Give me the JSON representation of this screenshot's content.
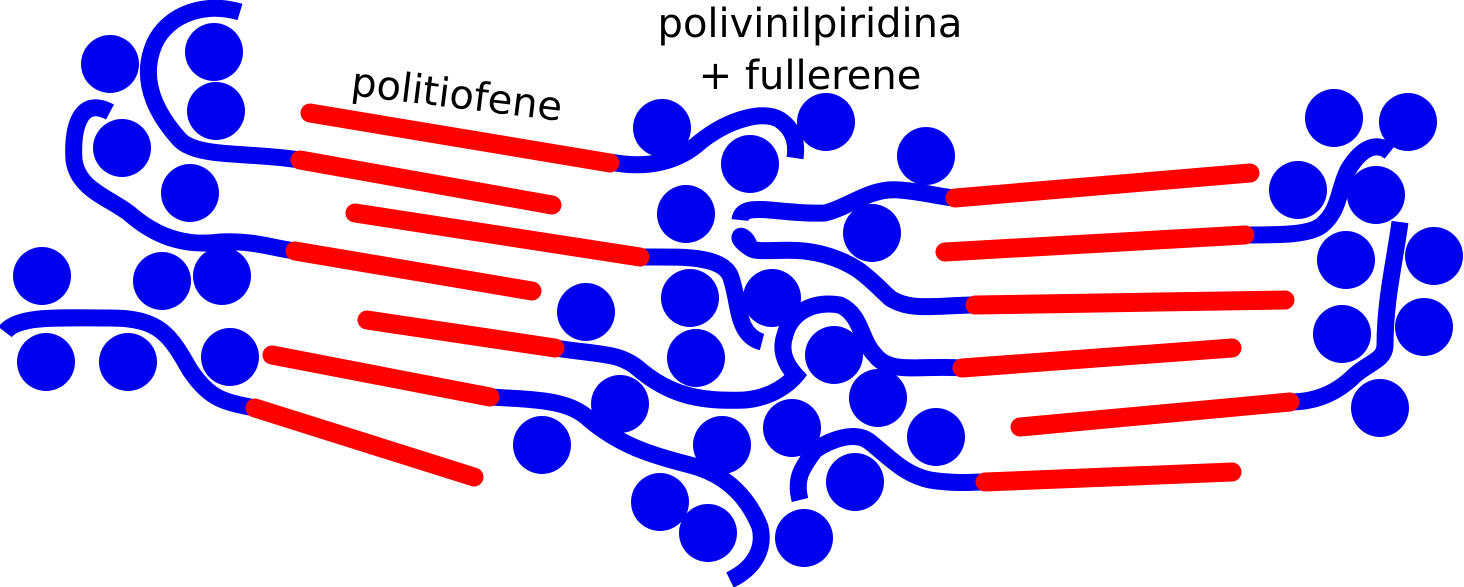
{
  "labels": {
    "polythiophene": "politiofene",
    "pvp_line1": "polivinilpiridina",
    "pvp_line2": "+ fullerene"
  },
  "colors": {
    "polythiophene": "#ff0000",
    "polyvinylpyridine": "#0000ee",
    "fullerene": "#0000ee",
    "background": "#ffffff"
  },
  "legend": [
    {
      "key": "polythiophene",
      "shape": "red rod"
    },
    {
      "key": "polyvinylpyridine",
      "shape": "blue chain"
    },
    {
      "key": "fullerene",
      "shape": "blue sphere"
    }
  ]
}
